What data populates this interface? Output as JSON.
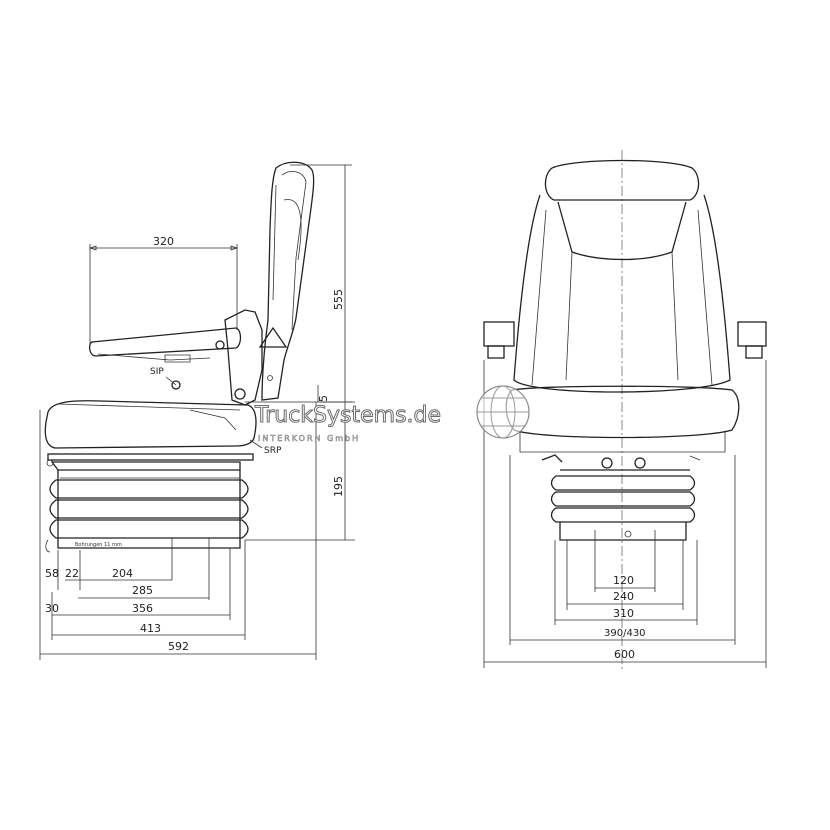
{
  "side_view": {
    "dimensions": {
      "armrest_length": "320",
      "total_height": "555",
      "base_height": "195",
      "d_58": "58",
      "d_22": "22",
      "d_204": "204",
      "d_285": "285",
      "d_30": "30",
      "d_356": "356",
      "d_413": "413",
      "overall_depth": "592",
      "d_small": "5"
    },
    "labels": {
      "sip": "SIP",
      "srp": "SRP",
      "note": "Bohrungen 11 mm"
    }
  },
  "front_view": {
    "dimensions": {
      "d_120": "120",
      "d_240": "240",
      "d_310": "310",
      "d_390_430": "390/430",
      "overall_width": "600"
    }
  },
  "watermark": {
    "brand": "TruckSystems.de",
    "sub": "INTERKORN GmbH"
  }
}
